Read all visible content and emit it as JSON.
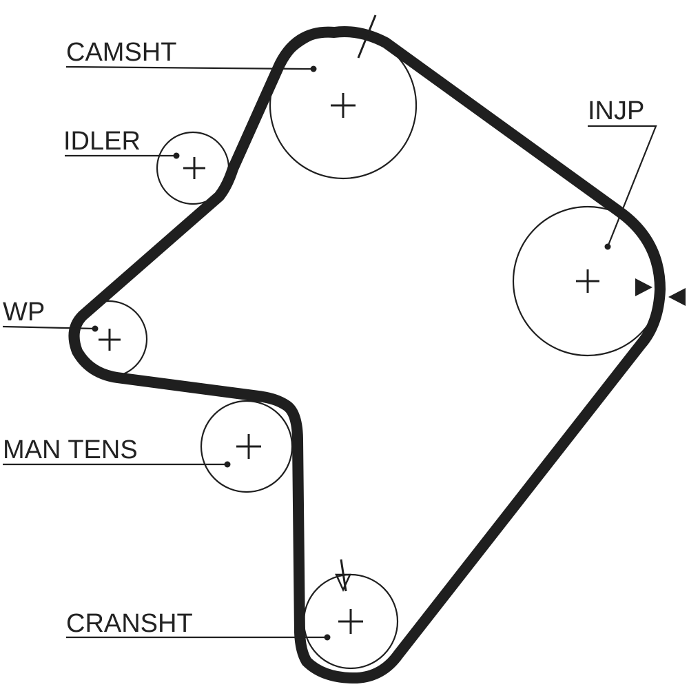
{
  "labels": {
    "camshaft": "CAMSHT",
    "idler": "IDLER",
    "injection_pump": "INJP",
    "water_pump": "WP",
    "manual_tensioner": "MAN TENS",
    "crankshaft": "CRANSHT"
  },
  "colors": {
    "line": "#1f1f1f",
    "background": "#ffffff"
  }
}
